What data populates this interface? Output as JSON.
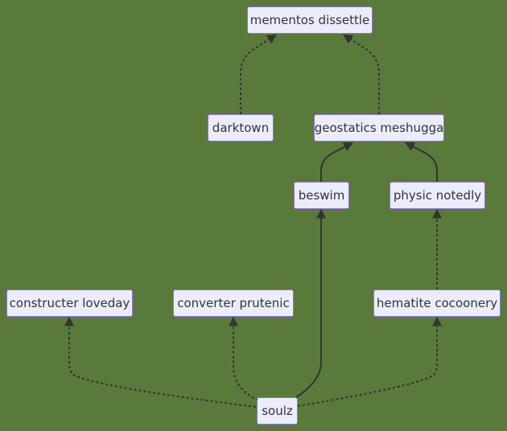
{
  "nodes": {
    "mementos_dissettle": "mementos dissettle",
    "darktown": "darktown",
    "geostatics_meshugga": "geostatics meshugga",
    "beswim": "beswim",
    "physic_notedly": "physic notedly",
    "constructer_loveday": "constructer loveday",
    "converter_prutenic": "converter prutenic",
    "hematite_cocoonery": "hematite cocoonery",
    "soulz": "soulz"
  },
  "edges": [
    {
      "from": "darktown",
      "to": "mementos dissettle",
      "style": "dotted"
    },
    {
      "from": "geostatics meshugga",
      "to": "mementos dissettle",
      "style": "dotted"
    },
    {
      "from": "beswim",
      "to": "geostatics meshugga",
      "style": "solid"
    },
    {
      "from": "physic notedly",
      "to": "geostatics meshugga",
      "style": "solid"
    },
    {
      "from": "soulz",
      "to": "beswim",
      "style": "solid"
    },
    {
      "from": "hematite cocoonery",
      "to": "physic notedly",
      "style": "dotted"
    },
    {
      "from": "soulz",
      "to": "constructer loveday",
      "style": "dotted"
    },
    {
      "from": "soulz",
      "to": "converter prutenic",
      "style": "dotted"
    },
    {
      "from": "soulz",
      "to": "hematite cocoonery",
      "style": "dotted"
    }
  ],
  "colors": {
    "background": "#5a7a3c",
    "node_fill": "#ececff",
    "node_border": "#9370db",
    "text": "#333333",
    "edge": "#333333"
  }
}
